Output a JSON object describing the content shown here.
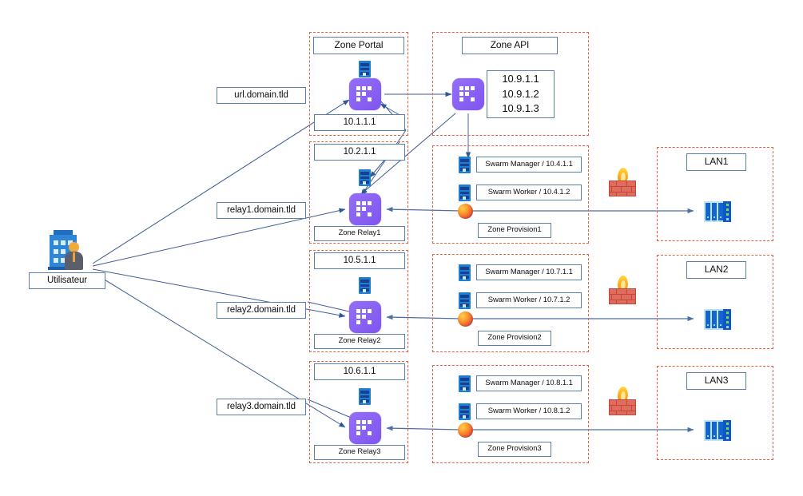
{
  "diagram": {
    "title": "Infrastructure zones diagram",
    "colors": {
      "zone_border": "#e8613c",
      "box_border": "#5a7fb0",
      "edge": "#3c5d93",
      "accent_proxy": "#8a63f4",
      "accent_server": "#1d7fd4"
    }
  },
  "user": {
    "label": "Utilisateur",
    "icon": "building-user-icon"
  },
  "domains": [
    {
      "label": "url.domain.tld"
    },
    {
      "label": "relay1.domain.tld"
    },
    {
      "label": "relay2.domain.tld"
    },
    {
      "label": "relay3.domain.tld"
    }
  ],
  "zones": {
    "portal": {
      "title": "Zone Portal",
      "ip": "10.1.1.1",
      "icons": [
        "server-icon",
        "traefik-proxy-icon"
      ]
    },
    "api": {
      "title": "Zone API",
      "ips": [
        "10.9.1.1",
        "10.9.1.2",
        "10.9.1.3"
      ],
      "icons": [
        "traefik-proxy-icon"
      ]
    },
    "relays": [
      {
        "ip": "10.2.1.1",
        "title": "Zone Relay1"
      },
      {
        "ip": "10.5.1.1",
        "title": "Zone Relay2"
      },
      {
        "ip": "10.6.1.1",
        "title": "Zone Relay3"
      }
    ],
    "provisions": [
      {
        "title": "Zone Provision1",
        "manager": "Swarm Manager / 10.4.1.1",
        "worker": "Swarm Worker / 10.4.1.2"
      },
      {
        "title": "Zone Provision2",
        "manager": "Swarm Manager / 10.7.1.1",
        "worker": "Swarm Worker / 10.7.1.2"
      },
      {
        "title": "Zone Provision3",
        "manager": "Swarm Manager / 10.8.1.1",
        "worker": "Swarm Worker / 10.8.1.2"
      }
    ],
    "lans": [
      {
        "title": "LAN1"
      },
      {
        "title": "LAN2"
      },
      {
        "title": "LAN3"
      }
    ]
  },
  "firewalls": [
    {
      "name": "firewall-icon-1"
    },
    {
      "name": "firewall-icon-2"
    },
    {
      "name": "firewall-icon-3"
    }
  ]
}
